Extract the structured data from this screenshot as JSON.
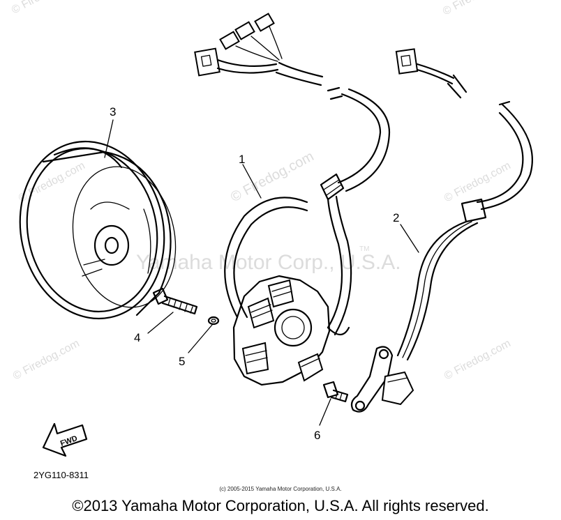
{
  "diagram": {
    "callouts": [
      "1",
      "2",
      "3",
      "4",
      "5",
      "6"
    ],
    "part_code": "2YG110-8311",
    "direction_label": "FWD",
    "trademark": "TM"
  },
  "watermarks": {
    "center_text": "Yamaha Motor Corp., U.S.A.",
    "site_text": "© Firedog.com",
    "corner_text": "© Firedog.com"
  },
  "footer": {
    "small_copyright": "(c) 2005-2015 Yamaha Motor Corporation, U.S.A.",
    "copyright": "©2013 Yamaha Motor Corporation, U.S.A. All rights reserved."
  },
  "colors": {
    "ink": "#000000",
    "watermark": "#dcdcdc",
    "background": "#ffffff"
  }
}
